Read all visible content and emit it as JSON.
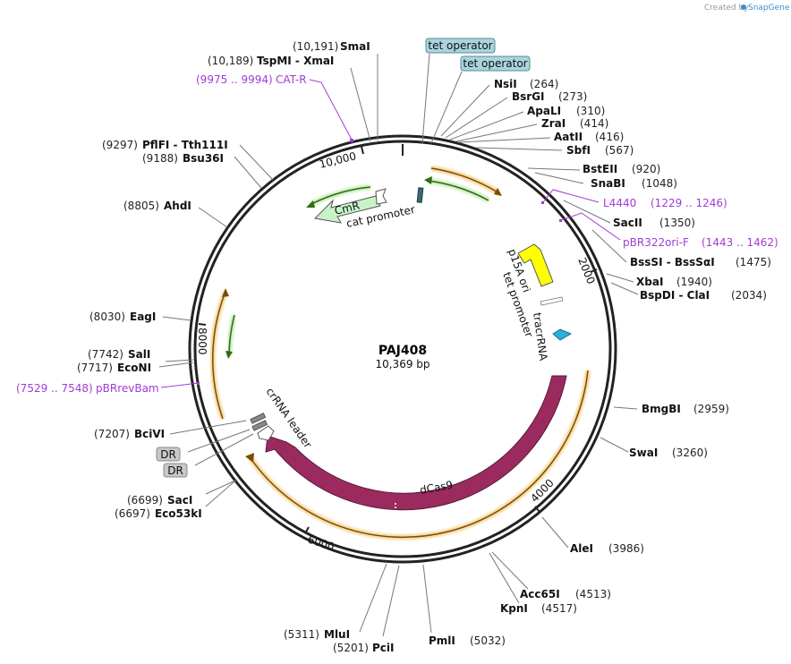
{
  "brand": {
    "prefix": "Created by",
    "name": "SnapGene"
  },
  "plasmid": {
    "name": "PAJ408",
    "length_label": "10,369 bp"
  },
  "ticks": [
    "10,000",
    "2000",
    "4000",
    "6000",
    "8000"
  ],
  "sites": [
    {
      "name": "SmaI",
      "pos": "(10,191)"
    },
    {
      "name": "TspMI  - XmaI",
      "pos": "(10,189)"
    },
    {
      "name": "NsiI",
      "pos": "(264)"
    },
    {
      "name": "BsrGI",
      "pos": "(273)"
    },
    {
      "name": "ApaLI",
      "pos": "(310)"
    },
    {
      "name": "ZraI",
      "pos": "(414)"
    },
    {
      "name": "AatII",
      "pos": "(416)"
    },
    {
      "name": "SbfI",
      "pos": "(567)"
    },
    {
      "name": "BstEII",
      "pos": "(920)"
    },
    {
      "name": "SnaBI",
      "pos": "(1048)"
    },
    {
      "name": "SacII",
      "pos": "(1350)"
    },
    {
      "name": "BssSI  - BssSαI",
      "pos": "(1475)"
    },
    {
      "name": "XbaI",
      "pos": "(1940)"
    },
    {
      "name": "BspDI  - ClaI",
      "pos": "(2034)"
    },
    {
      "name": "BmgBI",
      "pos": "(2959)"
    },
    {
      "name": "SwaI",
      "pos": "(3260)"
    },
    {
      "name": "AleI",
      "pos": "(3986)"
    },
    {
      "name": "Acc65I",
      "pos": "(4513)"
    },
    {
      "name": "KpnI",
      "pos": "(4517)"
    },
    {
      "name": "PmlI",
      "pos": "(5032)"
    },
    {
      "name": "PciI",
      "pos": "(5201)"
    },
    {
      "name": "MluI",
      "pos": "(5311)"
    },
    {
      "name": "SacI",
      "pos": "(6699)"
    },
    {
      "name": "Eco53kI",
      "pos": "(6697)"
    },
    {
      "name": "BciVI",
      "pos": "(7207)"
    },
    {
      "name": "EcoNI",
      "pos": "(7717)"
    },
    {
      "name": "SalI",
      "pos": "(7742)"
    },
    {
      "name": "EagI",
      "pos": "(8030)"
    },
    {
      "name": "AhdI",
      "pos": "(8805)"
    },
    {
      "name": "Bsu36I",
      "pos": "(9188)"
    },
    {
      "name": "PflFI  - Tth111I",
      "pos": "(9297)"
    }
  ],
  "primers": [
    {
      "name": "CAT-R",
      "range": "(9975 .. 9994)"
    },
    {
      "name": "L4440",
      "range": "(1229 .. 1246)"
    },
    {
      "name": "pBR322ori-F",
      "range": "(1443 .. 1462)"
    },
    {
      "name": "pBRrevBam",
      "range": "(7529 .. 7548)"
    }
  ],
  "features": {
    "tet_operator_1": "tet operator",
    "tet_operator_2": "tet operator",
    "cmr": "CmR",
    "cat_promoter": "cat promoter",
    "p15a_ori": "p15A ori",
    "tet_promoter": "tet promoter",
    "tracrrna": "tracrRNA",
    "dcas9": "dCas9",
    "crrna_leader": "crRNA leader",
    "dr1": "DR",
    "dr2": "DR"
  },
  "colors": {
    "dcas9": "#9b2b5f",
    "orf_orange": "#f0b13c",
    "green": "#3a8c1e",
    "cmr_fill": "#c8f3c6",
    "p15a_fill": "#ffff00",
    "tracr_fill": "#2ab1e0",
    "tet_op_fill": "#a9d4de",
    "primer": "#a23bd6"
  }
}
